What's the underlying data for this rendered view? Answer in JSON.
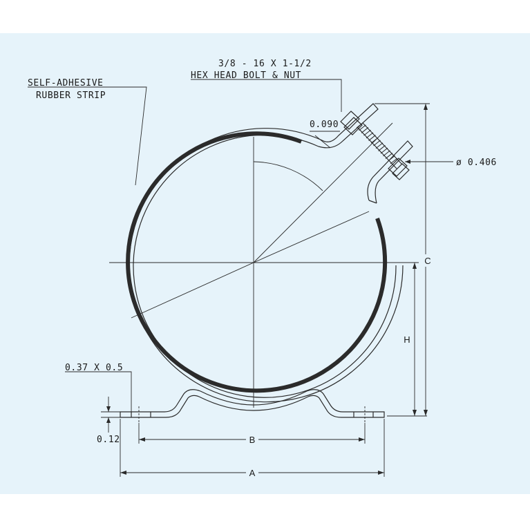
{
  "colors": {
    "background": "#e6f3fa",
    "line": "#2a2a2a",
    "strip": "#2b2b2b"
  },
  "labels": {
    "rubber_strip_line1": "SELF-ADHESIVE",
    "rubber_strip_line2": "RUBBER STRIP",
    "bolt_line1": "3/8 - 16 X 1-1/2",
    "bolt_line2": "HEX HEAD BOLT & NUT",
    "thickness": "0.090",
    "hole_dia": "ø 0.406",
    "slot": "0.37 X 0.5",
    "base_thk": "0.12",
    "dim_a": "A",
    "dim_b": "B",
    "dim_c": "C",
    "dim_h": "H"
  }
}
